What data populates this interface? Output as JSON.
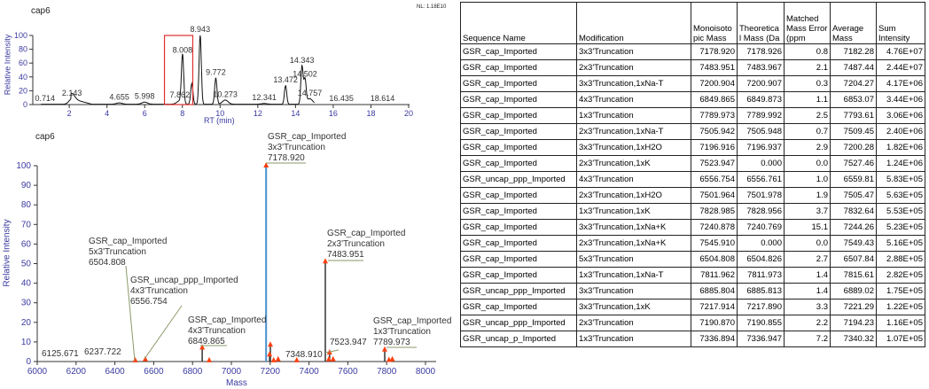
{
  "chart_data": [
    {
      "type": "line",
      "title": "cap6",
      "note": "NL: 1.18E10",
      "xlabel": "RT (min)",
      "ylabel": "Relative Intensity",
      "xlim": [
        0,
        20
      ],
      "ylim": [
        0,
        100
      ],
      "xticks": [
        2,
        4,
        6,
        8,
        10,
        12,
        14,
        16,
        18,
        20
      ],
      "yticks": [
        0,
        20,
        40,
        60,
        80,
        100
      ],
      "peaks": [
        {
          "rt": 0.714,
          "y": 0,
          "label": "0.714"
        },
        {
          "rt": 2.143,
          "y": 8,
          "label": "2.143"
        },
        {
          "rt": 4.655,
          "y": 2,
          "label": "4.655"
        },
        {
          "rt": 5.998,
          "y": 3,
          "label": "5.998"
        },
        {
          "rt": 7.862,
          "y": 5,
          "label": "7.862"
        },
        {
          "rt": 8.008,
          "y": 70,
          "label": "8.008"
        },
        {
          "rt": 8.5,
          "y": 30,
          "label": ""
        },
        {
          "rt": 8.943,
          "y": 100,
          "label": "8.943"
        },
        {
          "rt": 9.772,
          "y": 38,
          "label": "9.772"
        },
        {
          "rt": 10.273,
          "y": 6,
          "label": "10.273"
        },
        {
          "rt": 12.341,
          "y": 1,
          "label": "12.341"
        },
        {
          "rt": 13.472,
          "y": 27,
          "label": "13.472"
        },
        {
          "rt": 14.343,
          "y": 55,
          "label": "14.343"
        },
        {
          "rt": 14.502,
          "y": 35,
          "label": "14.502"
        },
        {
          "rt": 14.757,
          "y": 8,
          "label": "14.757"
        },
        {
          "rt": 16.435,
          "y": 0,
          "label": "16.435"
        },
        {
          "rt": 18.614,
          "y": 0,
          "label": "18.614"
        }
      ],
      "highlight_range": [
        7.05,
        8.55
      ],
      "highlight_color": "#e03030"
    },
    {
      "type": "bar",
      "title": "cap6",
      "xlabel": "Mass",
      "ylabel": "Relative Intensity",
      "xlim": [
        6000,
        8000
      ],
      "ylim": [
        0,
        100
      ],
      "xticks": [
        6000,
        6200,
        6400,
        6600,
        6800,
        7000,
        7200,
        7400,
        7600,
        7800,
        8000
      ],
      "yticks": [
        0,
        10,
        20,
        30,
        40,
        50,
        60,
        70,
        80,
        90,
        100
      ],
      "peaks": [
        {
          "mass": 7178.92,
          "y": 100,
          "color": "#4a90d0"
        },
        {
          "mass": 7483.951,
          "y": 51
        },
        {
          "mass": 6849.865,
          "y": 7
        },
        {
          "mass": 7789.973,
          "y": 6
        },
        {
          "mass": 7200.904,
          "y": 8.5
        },
        {
          "mass": 7196.916,
          "y": 3.5
        },
        {
          "mass": 7505.942,
          "y": 4.5
        },
        {
          "mass": 7501.964,
          "y": 1
        },
        {
          "mass": 7240.878,
          "y": 1
        },
        {
          "mass": 7217.914,
          "y": 0.5
        },
        {
          "mass": 6504.808,
          "y": 0.5
        },
        {
          "mass": 6556.754,
          "y": 1
        },
        {
          "mass": 6885.804,
          "y": 0.5
        },
        {
          "mass": 7336.894,
          "y": 0.5
        },
        {
          "mass": 7523.947,
          "y": 1
        },
        {
          "mass": 7811.962,
          "y": 0.7
        },
        {
          "mass": 7828.985,
          "y": 1
        }
      ],
      "labels": [
        "GSR_cap_Imported\n3x3'Truncation\n7178.920",
        "GSR_cap_Imported\n2x3'Truncation\n7483.951",
        "GSR_cap_Imported\n5x3'Truncation\n6504.808",
        "GSR_uncap_ppp_Imported\n4x3'Truncation\n6556.754",
        "GSR_cap_Imported\n4x3'Truncation\n6849.865",
        "GSR_cap_Imported\n1x3'Truncation\n7789.973",
        "6125.671",
        "6237.722",
        "7348.910",
        "7523.947"
      ]
    }
  ],
  "table": {
    "headers": [
      "Sequence Name",
      "Modification",
      "Monoisoto pic Mass",
      "Theoretica l Mass (Da",
      "Matched Mass Error (ppm",
      "Average Mass",
      "Sum Intensity"
    ],
    "rows": [
      [
        "GSR_cap_Imported",
        "3x3'Truncation",
        "7178.920",
        "7178.926",
        "0.8",
        "7182.28",
        "4.76E+07"
      ],
      [
        "GSR_cap_Imported",
        "2x3'Truncation",
        "7483.951",
        "7483.967",
        "2.1",
        "7487.44",
        "2.44E+07"
      ],
      [
        "GSR_cap_Imported",
        "3x3'Truncation,1xNa-T",
        "7200.904",
        "7200.907",
        "0.3",
        "7204.27",
        "4.17E+06"
      ],
      [
        "GSR_cap_Imported",
        "4x3'Truncation",
        "6849.865",
        "6849.873",
        "1.1",
        "6853.07",
        "3.44E+06"
      ],
      [
        "GSR_cap_Imported",
        "1x3'Truncation",
        "7789.973",
        "7789.992",
        "2.5",
        "7793.61",
        "3.06E+06"
      ],
      [
        "GSR_cap_Imported",
        "2x3'Truncation,1xNa-T",
        "7505.942",
        "7505.948",
        "0.7",
        "7509.45",
        "2.40E+06"
      ],
      [
        "GSR_cap_Imported",
        "3x3'Truncation,1xH2O",
        "7196.916",
        "7196.937",
        "2.9",
        "7200.28",
        "1.82E+06"
      ],
      [
        "GSR_cap_Imported",
        "2x3'Truncation,1xK",
        "7523.947",
        "0.000",
        "0.0",
        "7527.46",
        "1.24E+06"
      ],
      [
        "GSR_uncap_ppp_Imported",
        "4x3'Truncation",
        "6556.754",
        "6556.761",
        "1.0",
        "6559.81",
        "5.83E+05"
      ],
      [
        "GSR_cap_Imported",
        "2x3'Truncation,1xH2O",
        "7501.964",
        "7501.978",
        "1.9",
        "7505.47",
        "5.63E+05"
      ],
      [
        "GSR_cap_Imported",
        "1x3'Truncation,1xK",
        "7828.985",
        "7828.956",
        "3.7",
        "7832.64",
        "5.53E+05"
      ],
      [
        "GSR_cap_Imported",
        "3x3'Truncation,1xNa+K",
        "7240.878",
        "7240.769",
        "15.1",
        "7244.26",
        "5.23E+05"
      ],
      [
        "GSR_cap_Imported",
        "2x3'Truncation,1xNa+K",
        "7545.910",
        "0.000",
        "0.0",
        "7549.43",
        "5.16E+05"
      ],
      [
        "GSR_cap_Imported",
        "5x3'Truncation",
        "6504.808",
        "6504.826",
        "2.7",
        "6507.84",
        "2.88E+05"
      ],
      [
        "GSR_cap_Imported",
        "1x3'Truncation,1xNa-T",
        "7811.962",
        "7811.973",
        "1.4",
        "7815.61",
        "2.82E+05"
      ],
      [
        "GSR_uncap_ppp_Imported",
        "3x3'Truncation",
        "6885.804",
        "6885.813",
        "1.4",
        "6889.02",
        "1.75E+05"
      ],
      [
        "GSR_cap_Imported",
        "3x3'Truncation,1xK",
        "7217.914",
        "7217.890",
        "3.3",
        "7221.29",
        "1.22E+05"
      ],
      [
        "GSR_uncap_ppp_Imported",
        "2x3'Truncation",
        "7190.870",
        "7190.855",
        "2.2",
        "7194.23",
        "1.16E+05"
      ],
      [
        "GSR_uncap_p_Imported",
        "1x3'Truncation",
        "7336.894",
        "7336.947",
        "7.2",
        "7340.32",
        "1.07E+05"
      ]
    ]
  }
}
